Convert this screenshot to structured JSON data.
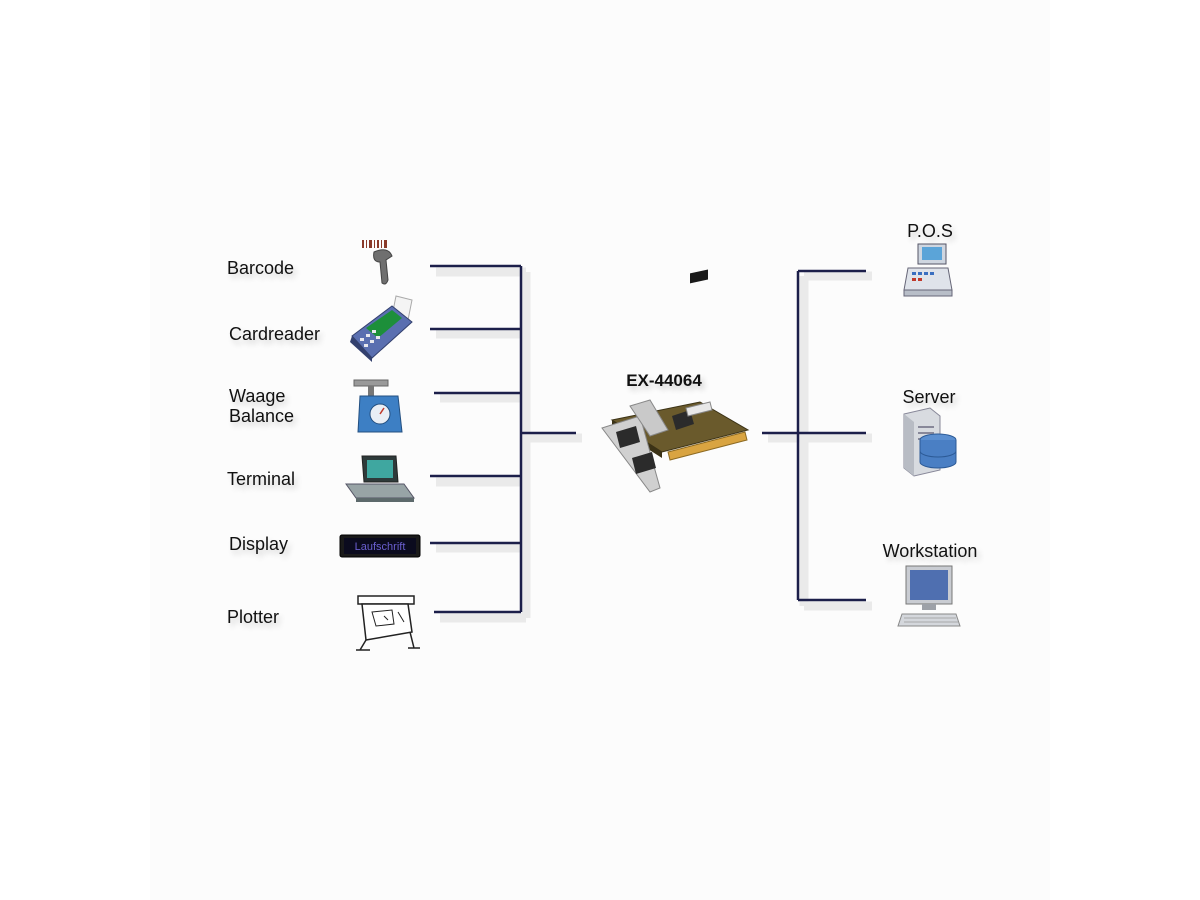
{
  "card": {
    "label": "EX-44064",
    "icon": "pci-serial-card-icon"
  },
  "left_devices": [
    {
      "label": "Barcode",
      "icon": "barcode-scanner-icon"
    },
    {
      "label": "Cardreader",
      "icon": "card-reader-icon"
    },
    {
      "label_line1": "Waage",
      "label_line2": "Balance",
      "icon": "scale-icon"
    },
    {
      "label": "Terminal",
      "icon": "terminal-icon"
    },
    {
      "label": "Display",
      "icon": "led-display-icon",
      "display_text": "Laufschrift"
    },
    {
      "label": "Plotter",
      "icon": "plotter-icon"
    }
  ],
  "right_devices": [
    {
      "label": "P.O.S",
      "icon": "pos-register-icon"
    },
    {
      "label": "Server",
      "icon": "server-icon"
    },
    {
      "label": "Workstation",
      "icon": "workstation-icon"
    }
  ],
  "colors": {
    "wire": "#1c1f4a",
    "background": "#fcfcfc"
  }
}
